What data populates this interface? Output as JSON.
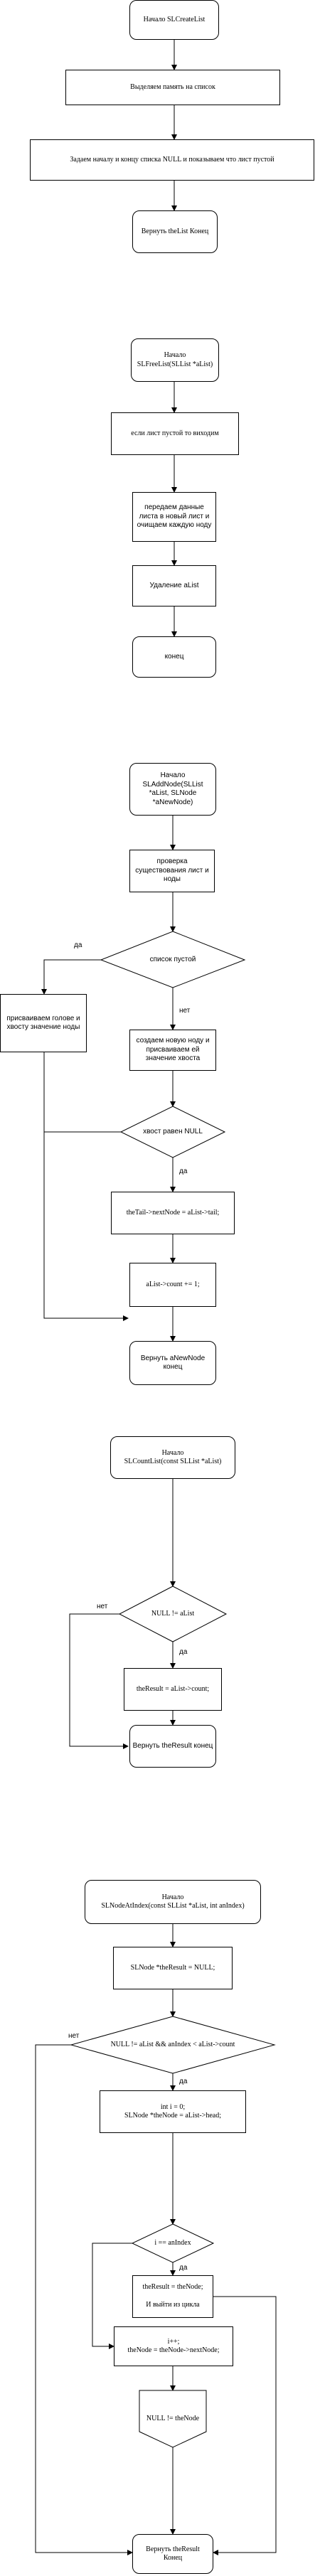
{
  "diagram": {
    "f1": {
      "start": "Начало SLCreateList",
      "alloc": "Выделяем память на список",
      "set_null": "Задаем началу и концу списка NULL и показываем что лист пустой",
      "end": "Вернуть theList Конец"
    },
    "f2": {
      "start": "Начало\nSLFreeList(SLList *aList)",
      "check": "если лист пустой то виходим",
      "move": "передаем данные листа в новый лист и очищаем каждую ноду",
      "del": "Удаление aList",
      "end": "конец"
    },
    "f3": {
      "start": "Начало\nSLAddNode(SLList *aList, SLNode *aNewNode)",
      "check": "проверка существования лист и ноды",
      "empty_q": "список пустой",
      "yes": "да",
      "no": "нет",
      "assign": "присваиваем голове и хвосту значение ноды",
      "create": "создаем новую ноду и присваиваем ей значение хвоста",
      "tail_q": "хвост равен NULL",
      "yes2": "да",
      "next": "theTail->nextNode = aList->tail;",
      "count": "aList->count += 1;",
      "end": "Вернуть aNewNode конец"
    },
    "f4": {
      "start": "Начало\nSLCountList(const SLList *aList)",
      "cond": "NULL != aList",
      "no": "нет",
      "yes": "да",
      "assign": "theResult = aList->count;",
      "end": "Вернуть theResult конец"
    },
    "f5": {
      "start": "Начало\nSLNodeAtIndex(const SLList *aList, int anIndex)",
      "init": "SLNode *theResult = NULL;",
      "cond": "NULL != aList && anIndex < aList->count",
      "no": "нет",
      "yes": "да",
      "loop_init": "int i = 0;\nSLNode *theNode = aList->head;",
      "idx_q": "i == anIndex",
      "yes2": "да",
      "found": "theResult = theNode;\n\nИ выйти из цикла",
      "incr": "i++;\ntheNode = theNode->nextNode;",
      "loop_q": "NULL != theNode",
      "end": "Вернуть theResult\nКонец"
    }
  }
}
